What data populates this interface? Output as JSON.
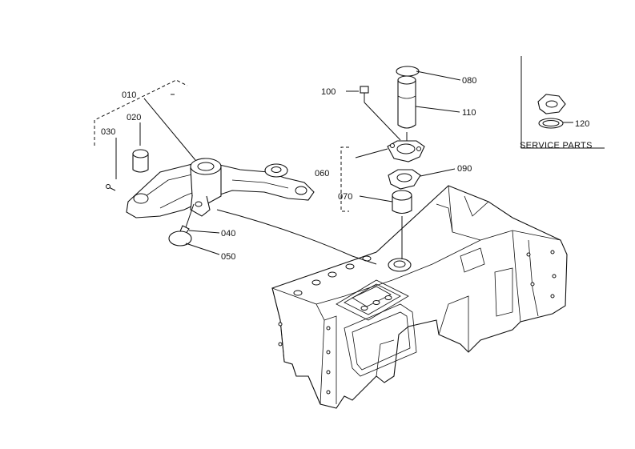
{
  "diagram": {
    "labels": {
      "p010": "010",
      "p020": "020",
      "p030": "030",
      "p040": "040",
      "p050": "050",
      "p060": "060",
      "p070": "070",
      "p080": "080",
      "p090": "090",
      "p100": "100",
      "p110": "110",
      "p120": "120"
    },
    "service_parts": "SERVICE PARTS"
  }
}
